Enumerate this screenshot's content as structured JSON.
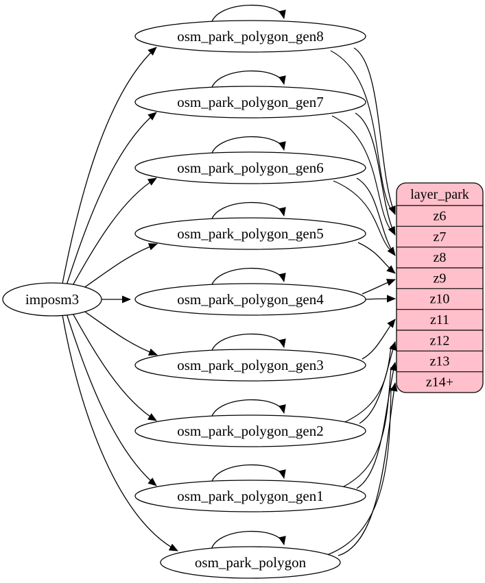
{
  "nodes": {
    "source": {
      "label": "imposm3"
    },
    "tables": [
      "osm_park_polygon_gen8",
      "osm_park_polygon_gen7",
      "osm_park_polygon_gen6",
      "osm_park_polygon_gen5",
      "osm_park_polygon_gen4",
      "osm_park_polygon_gen3",
      "osm_park_polygon_gen2",
      "osm_park_polygon_gen1",
      "osm_park_polygon"
    ]
  },
  "layer": {
    "header": "layer_park",
    "rows": [
      "z6",
      "z7",
      "z8",
      "z9",
      "z10",
      "z11",
      "z12",
      "z13",
      "z14+"
    ]
  },
  "edges": {
    "from_source": [
      [
        "imposm3",
        "osm_park_polygon_gen8"
      ],
      [
        "imposm3",
        "osm_park_polygon_gen7"
      ],
      [
        "imposm3",
        "osm_park_polygon_gen6"
      ],
      [
        "imposm3",
        "osm_park_polygon_gen5"
      ],
      [
        "imposm3",
        "osm_park_polygon_gen4"
      ],
      [
        "imposm3",
        "osm_park_polygon_gen3"
      ],
      [
        "imposm3",
        "osm_park_polygon_gen2"
      ],
      [
        "imposm3",
        "osm_park_polygon_gen1"
      ],
      [
        "imposm3",
        "osm_park_polygon"
      ]
    ],
    "self_loops": [
      "osm_park_polygon_gen8",
      "osm_park_polygon_gen7",
      "osm_park_polygon_gen6",
      "osm_park_polygon_gen5",
      "osm_park_polygon_gen4",
      "osm_park_polygon_gen3",
      "osm_park_polygon_gen2",
      "osm_park_polygon_gen1",
      "osm_park_polygon"
    ],
    "to_layer": [
      [
        "osm_park_polygon_gen8",
        "z6"
      ],
      [
        "osm_park_polygon_gen7",
        "z7"
      ],
      [
        "osm_park_polygon_gen6",
        "z8"
      ],
      [
        "osm_park_polygon_gen5",
        "z9"
      ],
      [
        "osm_park_polygon_gen4",
        "z9"
      ],
      [
        "osm_park_polygon_gen4",
        "z10"
      ],
      [
        "osm_park_polygon_gen3",
        "z11"
      ],
      [
        "osm_park_polygon_gen2",
        "z12"
      ],
      [
        "osm_park_polygon_gen1",
        "z13"
      ],
      [
        "osm_park_polygon",
        "z14+"
      ]
    ]
  },
  "colors": {
    "layer_fill": "#ffc0cb",
    "node_fill": "#ffffff",
    "stroke": "#000000",
    "background": "#ffffff"
  }
}
